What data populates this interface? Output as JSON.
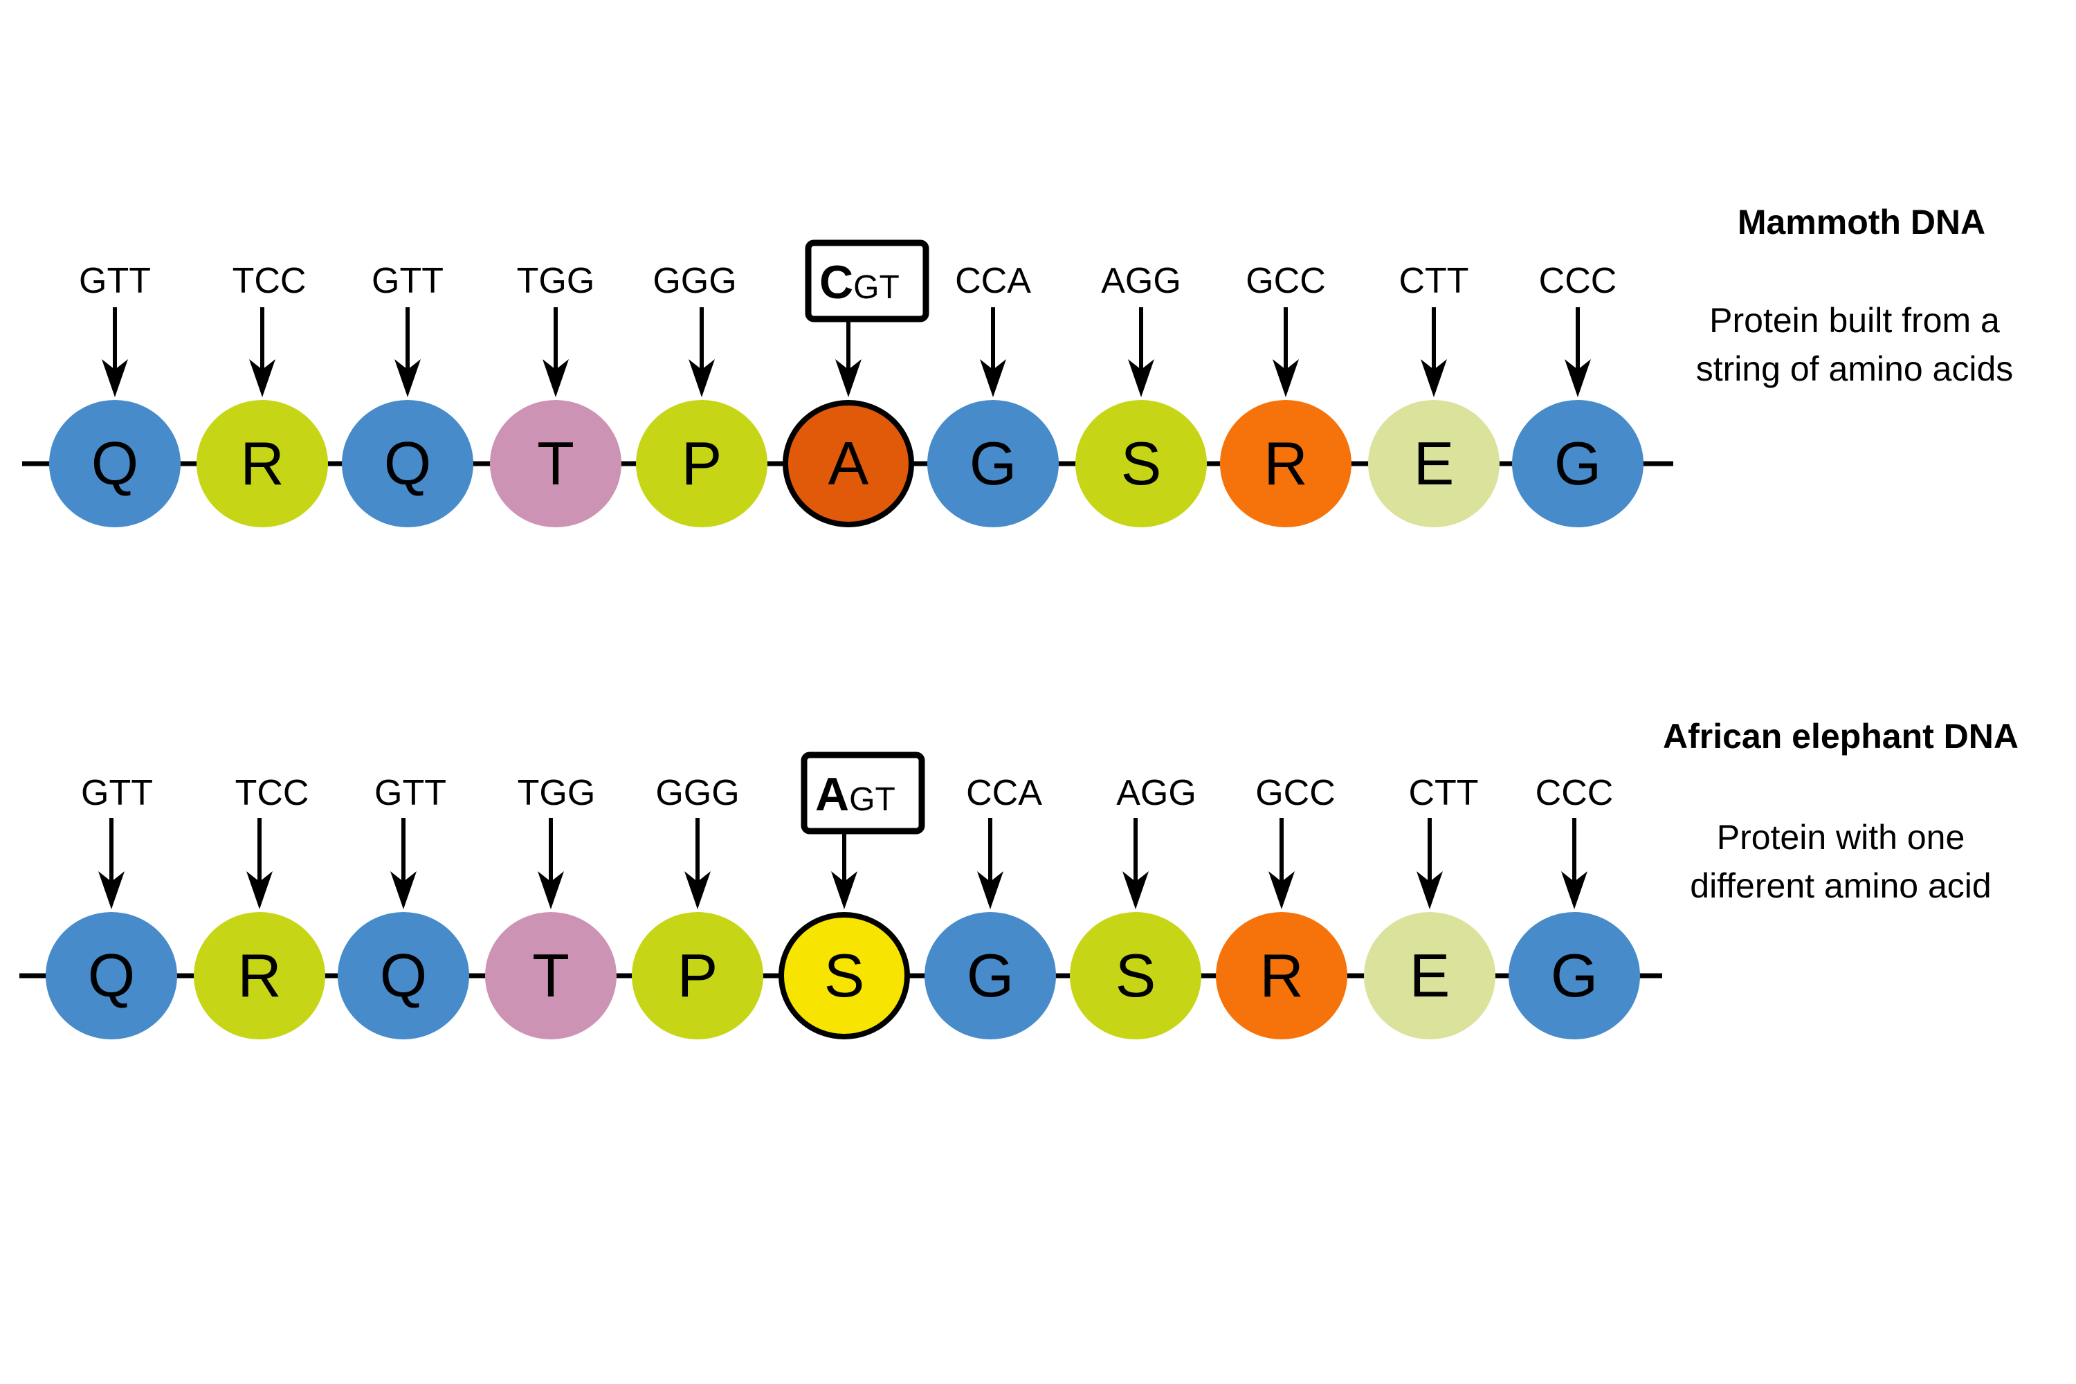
{
  "rows": [
    {
      "title": "Mammoth DNA",
      "description_lines": [
        "Protein built from a",
        "string of amino acids"
      ],
      "codons": [
        "GTT",
        "TCC",
        "GTT",
        "TGG",
        "GGG",
        "CGT",
        "CCA",
        "AGG",
        "GCC",
        "CTT",
        "CCC"
      ],
      "amino_acids": [
        "Q",
        "R",
        "Q",
        "T",
        "P",
        "A",
        "G",
        "S",
        "R",
        "E",
        "G"
      ],
      "highlight_index": 5,
      "highlight_codon_first": "C",
      "highlight_codon_rest": "GT",
      "highlight_color": "#e05a0a"
    },
    {
      "title": "African elephant DNA",
      "description_lines": [
        "Protein with one",
        "different amino acid"
      ],
      "codons": [
        "GTT",
        "TCC",
        "GTT",
        "TGG",
        "GGG",
        "AGT",
        "CCA",
        "AGG",
        "GCC",
        "CTT",
        "CCC"
      ],
      "amino_acids": [
        "Q",
        "R",
        "Q",
        "T",
        "P",
        "S",
        "G",
        "S",
        "R",
        "E",
        "G"
      ],
      "highlight_index": 5,
      "highlight_codon_first": "A",
      "highlight_codon_rest": "GT",
      "highlight_color": "#f7e400"
    }
  ],
  "colors": {
    "Q": "#478bca",
    "G": "#478bca",
    "R_0": "#c6d617",
    "P": "#c6d617",
    "S": "#c6d617",
    "T": "#cd93b4",
    "R_8": "#f5730a",
    "E": "#dbe29c"
  },
  "position_colors": [
    "#478bca",
    "#c6d617",
    "#478bca",
    "#cd93b4",
    "#c6d617",
    "#e05a0a",
    "#478bca",
    "#c6d617",
    "#f5730a",
    "#dbe29c",
    "#478bca"
  ]
}
